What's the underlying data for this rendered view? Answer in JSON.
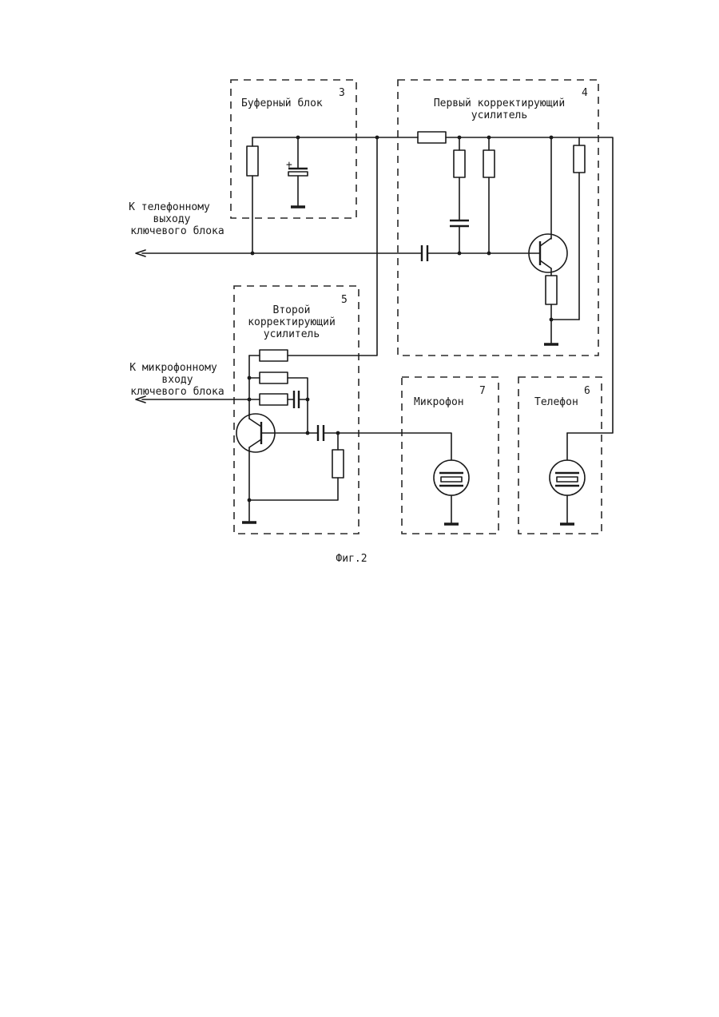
{
  "blocks": {
    "buffer": {
      "number": "3",
      "title": "Буферный блок"
    },
    "amp1": {
      "number": "4",
      "line1": "Первый корректирующий",
      "line2": "усилитель"
    },
    "amp2": {
      "number": "5",
      "line1": "Второй",
      "line2": "корректирующий",
      "line3": "усилитель"
    },
    "mic": {
      "number": "7",
      "title": "Микрофон"
    },
    "phone": {
      "number": "6",
      "title": "Телефон"
    }
  },
  "outputs": {
    "phone_out": {
      "line1": "К телефонному",
      "line2": "выходу",
      "line3": "ключевого блока"
    },
    "mic_in": {
      "line1": "К микрофонному",
      "line2": "входу",
      "line3": "ключевого блока"
    }
  },
  "caption": "Фиг.2"
}
